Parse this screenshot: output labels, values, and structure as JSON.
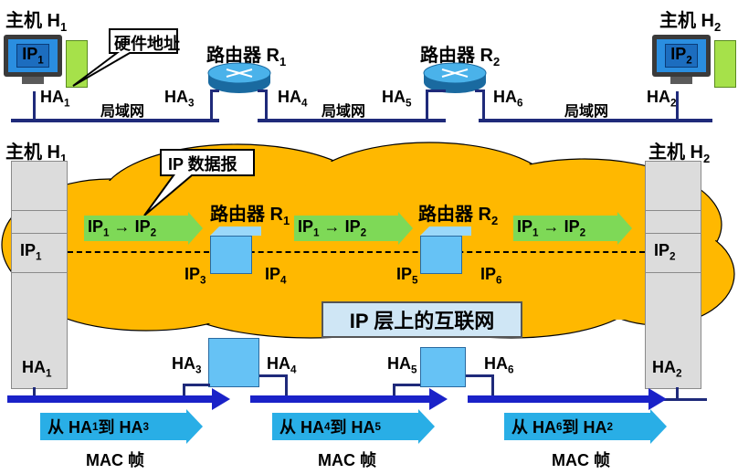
{
  "top": {
    "host1": {
      "label": "主机 H",
      "sub": "1",
      "screen": "IP",
      "screen_sub": "1"
    },
    "host2": {
      "label": "主机 H",
      "sub": "2",
      "screen": "IP",
      "screen_sub": "2"
    },
    "router1": {
      "label": "路由器 R",
      "sub": "1"
    },
    "router2": {
      "label": "路由器 R",
      "sub": "2"
    },
    "callout_hw": "硬件地址",
    "ha1": {
      "t": "HA",
      "s": "1"
    },
    "ha2": {
      "t": "HA",
      "s": "2"
    },
    "ha3": {
      "t": "HA",
      "s": "3"
    },
    "ha4": {
      "t": "HA",
      "s": "4"
    },
    "ha5": {
      "t": "HA",
      "s": "5"
    },
    "ha6": {
      "t": "HA",
      "s": "6"
    },
    "lan": "局域网"
  },
  "bottom": {
    "host1": {
      "label": "主机 H",
      "sub": "1"
    },
    "host2": {
      "label": "主机 H",
      "sub": "2"
    },
    "router1": {
      "label": "路由器 R",
      "sub": "1"
    },
    "router2": {
      "label": "路由器 R",
      "sub": "2"
    },
    "callout_dg": "IP 数据报",
    "cloud_title": "IP 层上的互联网",
    "ip1": {
      "t": "IP",
      "s": "1"
    },
    "ip2": {
      "t": "IP",
      "s": "2"
    },
    "ip3": {
      "t": "IP",
      "s": "3"
    },
    "ip4": {
      "t": "IP",
      "s": "4"
    },
    "ip5": {
      "t": "IP",
      "s": "5"
    },
    "ip6": {
      "t": "IP",
      "s": "6"
    },
    "ha1": {
      "t": "HA",
      "s": "1"
    },
    "ha2": {
      "t": "HA",
      "s": "2"
    },
    "ha3": {
      "t": "HA",
      "s": "3"
    },
    "ha4": {
      "t": "HA",
      "s": "4"
    },
    "ha5": {
      "t": "HA",
      "s": "5"
    },
    "ha6": {
      "t": "HA",
      "s": "6"
    },
    "flow_ip": {
      "a": "IP",
      "as": "1",
      "arrow": "→",
      "b": "IP",
      "bs": "2"
    },
    "mac1": {
      "from": "从 HA",
      "fs": "1",
      "to": " 到 HA",
      "ts": "3"
    },
    "mac2": {
      "from": "从 HA",
      "fs": "4",
      "to": " 到 HA",
      "ts": "5"
    },
    "mac3": {
      "from": "从 HA",
      "fs": "6",
      "to": " 到 HA",
      "ts": "2"
    },
    "mac_frame": "MAC 帧"
  },
  "colors": {
    "cloud": "#ffb800",
    "link": "#1f2a7a",
    "arrow": "#1a22c8",
    "green": "#7ed957",
    "mac": "#29aee6",
    "cube": "#66c2f5"
  }
}
